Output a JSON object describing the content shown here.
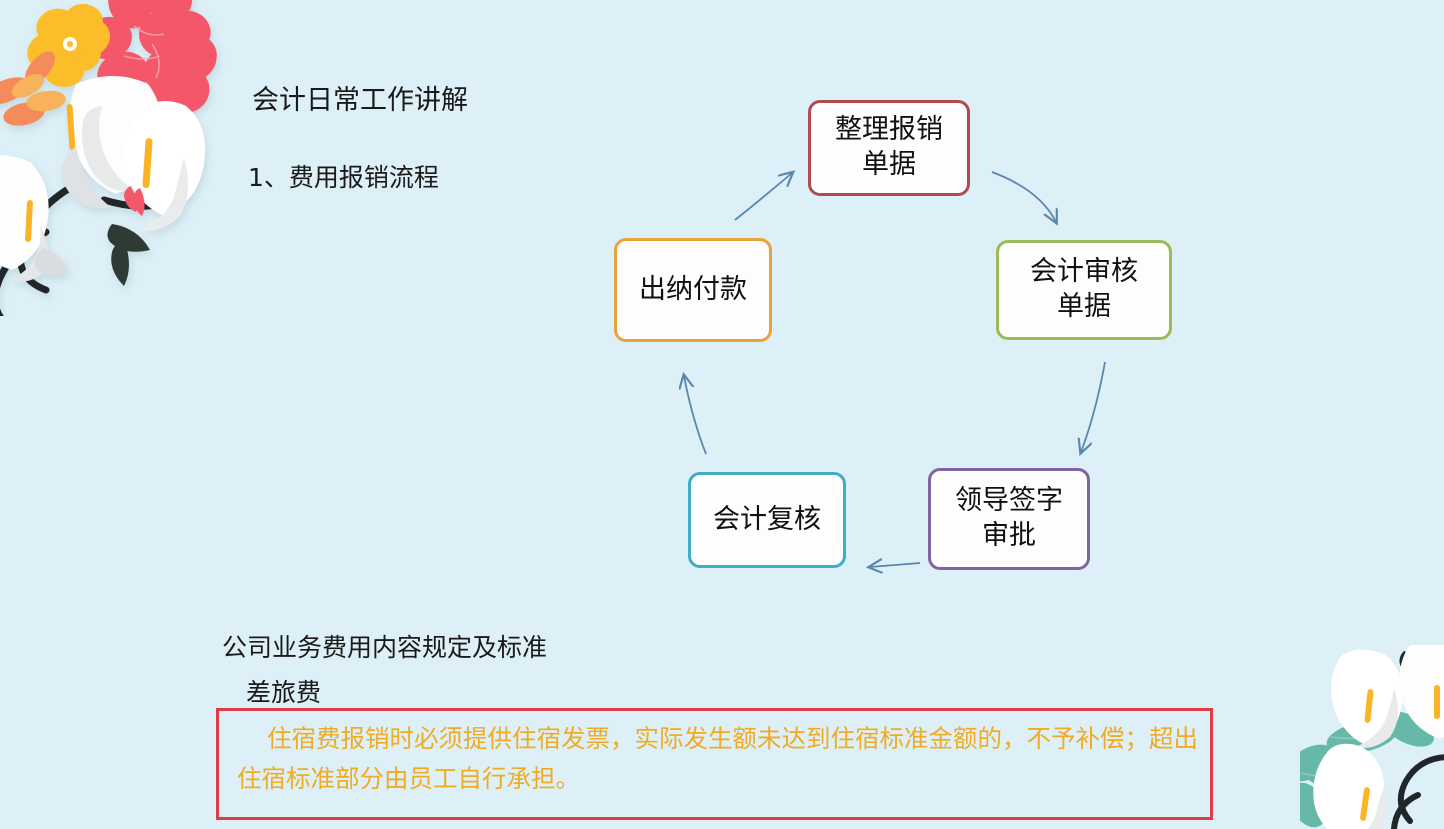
{
  "slide": {
    "background_color": "#ddf0f7",
    "title": "会计日常工作讲解",
    "subtitle": "1、费用报销流程",
    "section_heading": "公司业务费用内容规定及标准",
    "section_subheading": "差旅费"
  },
  "flow": {
    "nodes": [
      {
        "id": "collect",
        "label": "整理报销\n单据",
        "border_color": "#b04a52"
      },
      {
        "id": "audit",
        "label": "会计审核\n单据",
        "border_color": "#9bbb59"
      },
      {
        "id": "approve",
        "label": "领导签字\n审批",
        "border_color": "#8064a2"
      },
      {
        "id": "recheck",
        "label": "会计复核",
        "border_color": "#3eaec4"
      },
      {
        "id": "payment",
        "label": "出纳付款",
        "border_color": "#e8a33d"
      }
    ],
    "arrow_color": "#5b86ae"
  },
  "rule": {
    "text": "住宿费报销时必须提供住宿发票，实际发生额未达到住宿标准金额的，不予补偿；超出住宿标准部分由员工自行承担。",
    "text_color": "#f0ab23",
    "border_color": "#e03c42"
  },
  "decor": {
    "top_left": "calla-lily-flowers-decoration",
    "bottom_right": "calla-lily-leaves-decoration"
  }
}
